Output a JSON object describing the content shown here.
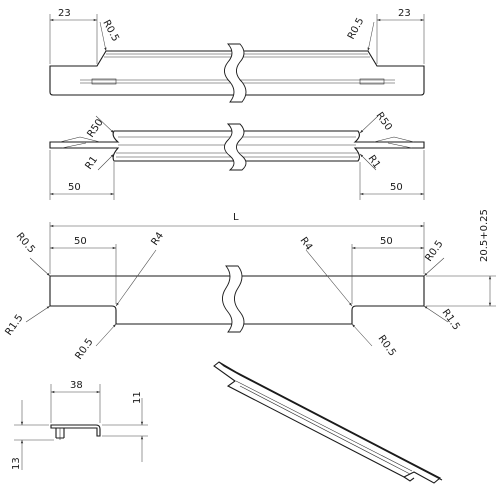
{
  "top_view": {
    "dim_left": "23",
    "dim_right": "23",
    "radius_left": "R0.5",
    "radius_right": "R0.5"
  },
  "middle_view": {
    "radius_top_left": "R50",
    "radius_top_right": "R50",
    "radius_bottom_left": "R1",
    "radius_bottom_right": "R1",
    "dim_left": "50",
    "dim_right": "50"
  },
  "front_view": {
    "overall_length": "L",
    "height": "20.5+0.25",
    "dim_left": "50",
    "dim_right": "50",
    "r_top_left": "R0.5",
    "r_top_right": "R0.5",
    "r4_left": "R4",
    "r4_right": "R4",
    "r_bottom_left": "R1.5",
    "r_bottom_right": "R1.5",
    "r_inner_left": "R0.5",
    "r_inner_right": "R0.5"
  },
  "section_view": {
    "width": "38",
    "height_top": "11",
    "height_bottom": "13"
  }
}
